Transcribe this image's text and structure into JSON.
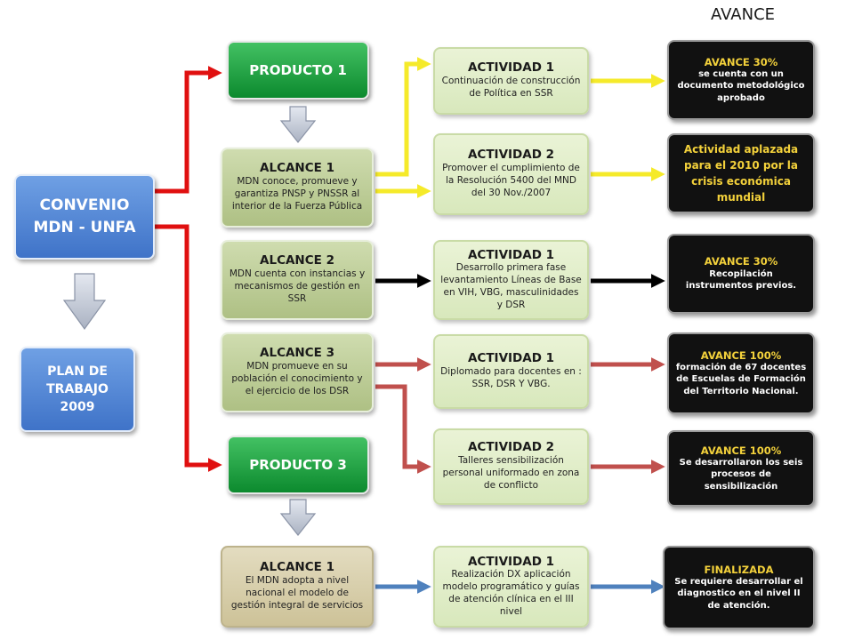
{
  "heading": "AVANCE",
  "convenio": "CONVENIO MDN - UNFA",
  "plan": "PLAN DE TRABAJO 2009",
  "productos": [
    "PRODUCTO 1",
    "PRODUCTO 3"
  ],
  "alcances": [
    {
      "title": "ALCANCE 1",
      "text": "MDN conoce, promueve y garantiza PNSP y PNSSR al interior de la Fuerza Pública"
    },
    {
      "title": "ALCANCE 2",
      "text": "MDN cuenta con instancias y mecanismos de gestión en SSR"
    },
    {
      "title": "ALCANCE 3",
      "text": "MDN promueve en su población el conocimiento y el ejercicio de los DSR"
    },
    {
      "title": "ALCANCE 1",
      "text": "El MDN adopta a nivel nacional el modelo de gestión integral de servicios"
    }
  ],
  "actividades": [
    {
      "title": "ACTIVIDAD 1",
      "text": "Continuación de construcción de Política en SSR"
    },
    {
      "title": "ACTIVIDAD 2",
      "text": "Promover el cumplimiento de la Resolución 5400 del MND del 30 Nov./2007"
    },
    {
      "title": "ACTIVIDAD 1",
      "text": "Desarrollo primera fase levantamiento Líneas de Base en VIH, VBG, masculinidades y DSR"
    },
    {
      "title": "ACTIVIDAD 1",
      "text": "Diplomado para docentes en : SSR, DSR Y VBG."
    },
    {
      "title": "ACTIVIDAD 2",
      "text": "Talleres sensibilización personal uniformado en zona de conflicto"
    },
    {
      "title": "ACTIVIDAD 1",
      "text": "Realización DX aplicación modelo programático y guías de atención clínica en el III nivel"
    }
  ],
  "avances": [
    {
      "title": "AVANCE  30%",
      "text": "se cuenta con un documento metodológico aprobado"
    },
    {
      "title": "",
      "text": "Actividad aplazada para el 2010 por la crisis económica mundial"
    },
    {
      "title": "AVANCE  30%",
      "text": "Recopilación instrumentos previos."
    },
    {
      "title": "AVANCE  100%",
      "text": "formación de 67 docentes de Escuelas de Formación del Territorio Nacional."
    },
    {
      "title": "AVANCE  100%",
      "text": "Se desarrollaron los seis procesos de sensibilización"
    },
    {
      "title": "FINALIZADA",
      "text": "Se requiere desarrollar el diagnostico en el nivel II de atención."
    }
  ],
  "colors": {
    "red": "#e01010",
    "yellow": "#f5ea2a",
    "black": "#000000",
    "darkred": "#c0504d",
    "blue": "#4f81bd",
    "accent": "#f3d13b"
  }
}
